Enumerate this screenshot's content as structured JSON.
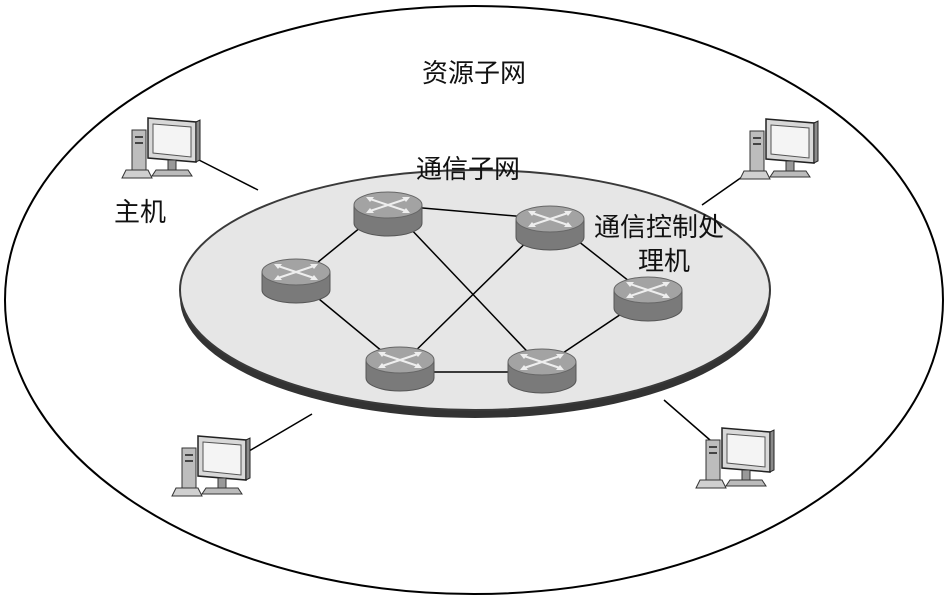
{
  "labels": {
    "resource_subnet": "资源子网",
    "communication_subnet": "通信子网",
    "host": "主机",
    "cpu_line1": "通信控制处",
    "cpu_line2": "理机"
  },
  "nodes": {
    "routers": [
      "r1",
      "r2",
      "r3",
      "r4",
      "r5",
      "r6"
    ],
    "hosts": [
      "h1",
      "h2",
      "h3",
      "h4"
    ]
  },
  "links": [
    [
      "r1",
      "r2"
    ],
    [
      "r1",
      "r3"
    ],
    [
      "r1",
      "r6"
    ],
    [
      "r2",
      "r4"
    ],
    [
      "r2",
      "r5"
    ],
    [
      "r3",
      "r5"
    ],
    [
      "r5",
      "r6"
    ],
    [
      "r4",
      "r6"
    ]
  ],
  "host_links": [
    [
      "h1",
      "r1"
    ],
    [
      "h2",
      "r2"
    ],
    [
      "h3",
      "r5"
    ],
    [
      "h4",
      "r6"
    ]
  ],
  "colors": {
    "outer_ring": "#000000",
    "subnet_fill": "#e6e6e6",
    "subnet_edge": "#4a4a4a",
    "router_top": "#9a9a9a",
    "router_side": "#7a7a7a",
    "monitor": "#d9d9d9"
  },
  "icons": {
    "router": "router-icon",
    "host": "computer-icon"
  }
}
